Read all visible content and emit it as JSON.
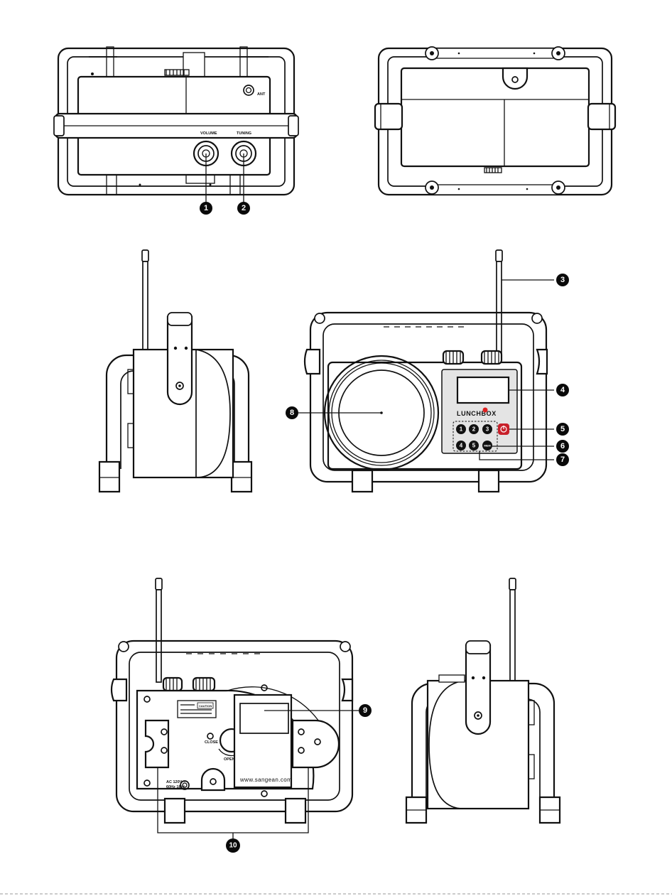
{
  "labels": {
    "volume": "VOLUME",
    "tuning": "TUNING",
    "ant": "ANT",
    "brand": "LUNCHBOX",
    "mem": "MEM",
    "close": "CLOSE",
    "open": "OPEN",
    "ac_line1": "AC 120V ~",
    "ac_line2": "60Hz 18W",
    "caution": "CAUTION",
    "website": "www.sangean.com"
  },
  "preset_buttons": [
    "1",
    "2",
    "3",
    "4",
    "5"
  ],
  "callouts": [
    "1",
    "2",
    "3",
    "4",
    "5",
    "6",
    "7",
    "8",
    "9",
    "10"
  ]
}
